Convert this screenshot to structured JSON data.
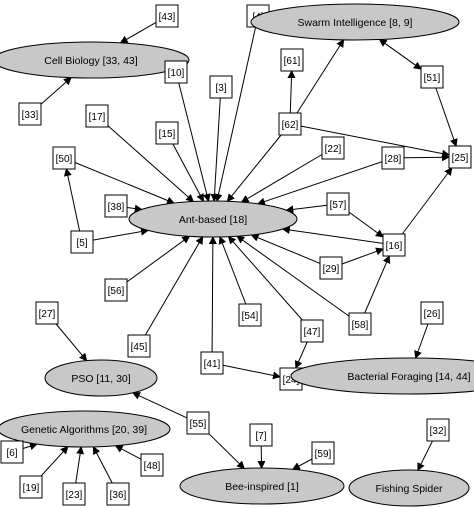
{
  "nodes": {
    "n43": {
      "label": "[43]"
    },
    "n4": {
      "label": "[4]"
    },
    "swarm": {
      "label": "Swarm Intelligence [8, 9]"
    },
    "cellbio": {
      "label": "Cell Biology [33, 43]"
    },
    "n10": {
      "label": "[10]"
    },
    "n61": {
      "label": "[61]"
    },
    "n3": {
      "label": "[3]"
    },
    "n51": {
      "label": "[51]"
    },
    "n33": {
      "label": "[33]"
    },
    "n17": {
      "label": "[17]"
    },
    "n15": {
      "label": "[15]"
    },
    "n62": {
      "label": "[62]"
    },
    "n22": {
      "label": "[22]"
    },
    "n50": {
      "label": "[50]"
    },
    "n28": {
      "label": "[28]"
    },
    "n25": {
      "label": "[25]"
    },
    "n38": {
      "label": "[38]"
    },
    "ant": {
      "label": "Ant-based [18]"
    },
    "n57": {
      "label": "[57]"
    },
    "n5": {
      "label": "[5]"
    },
    "n16": {
      "label": "[16]"
    },
    "n29": {
      "label": "[29]"
    },
    "n56": {
      "label": "[56]"
    },
    "n27": {
      "label": "[27]"
    },
    "n54": {
      "label": "[54]"
    },
    "n26": {
      "label": "[26]"
    },
    "n58": {
      "label": "[58]"
    },
    "n47": {
      "label": "[47]"
    },
    "n45": {
      "label": "[45]"
    },
    "n41": {
      "label": "[41]"
    },
    "pso": {
      "label": "PSO [11, 30]"
    },
    "n24": {
      "label": "[24]"
    },
    "bacterial": {
      "label": "Bacterial Foraging [14, 44]"
    },
    "n55": {
      "label": "[55]"
    },
    "n32": {
      "label": "[32]"
    },
    "genetic": {
      "label": "Genetic Algorithms [20, 39]"
    },
    "n7": {
      "label": "[7]"
    },
    "n6": {
      "label": "[6]"
    },
    "n59": {
      "label": "[59]"
    },
    "n48": {
      "label": "[48]"
    },
    "n19": {
      "label": "[19]"
    },
    "bee": {
      "label": "Bee-inspired [1]"
    },
    "n23": {
      "label": "[23]"
    },
    "n36": {
      "label": "[36]"
    },
    "fishing": {
      "label": "Fishing Spider"
    }
  },
  "edges": [
    [
      "n43",
      "cellbio"
    ],
    [
      "n33",
      "cellbio"
    ],
    [
      "n4",
      "swarm"
    ],
    [
      "n4",
      "ant"
    ],
    [
      "n10",
      "ant"
    ],
    [
      "n3",
      "ant"
    ],
    [
      "n17",
      "ant"
    ],
    [
      "n15",
      "ant"
    ],
    [
      "n62",
      "ant"
    ],
    [
      "n62",
      "n61"
    ],
    [
      "n62",
      "swarm"
    ],
    [
      "n62",
      "n25"
    ],
    [
      "swarm",
      "n51"
    ],
    [
      "n51",
      "swarm"
    ],
    [
      "n51",
      "n25"
    ],
    [
      "n22",
      "ant"
    ],
    [
      "n28",
      "ant"
    ],
    [
      "n28",
      "n25"
    ],
    [
      "n50",
      "ant"
    ],
    [
      "n5",
      "n50"
    ],
    [
      "n5",
      "ant"
    ],
    [
      "n38",
      "ant"
    ],
    [
      "n57",
      "ant"
    ],
    [
      "n57",
      "n16"
    ],
    [
      "n16",
      "ant"
    ],
    [
      "n16",
      "n25"
    ],
    [
      "n29",
      "ant"
    ],
    [
      "n29",
      "n16"
    ],
    [
      "n56",
      "ant"
    ],
    [
      "n54",
      "ant"
    ],
    [
      "n45",
      "ant"
    ],
    [
      "n47",
      "ant"
    ],
    [
      "n47",
      "n24"
    ],
    [
      "n58",
      "ant"
    ],
    [
      "n58",
      "n16"
    ],
    [
      "n41",
      "ant"
    ],
    [
      "n41",
      "n24"
    ],
    [
      "n27",
      "pso"
    ],
    [
      "n55",
      "pso"
    ],
    [
      "n55",
      "bee"
    ],
    [
      "n26",
      "bacterial"
    ],
    [
      "n7",
      "bee"
    ],
    [
      "n59",
      "bee"
    ],
    [
      "n32",
      "fishing"
    ],
    [
      "n6",
      "genetic"
    ],
    [
      "n19",
      "genetic"
    ],
    [
      "n23",
      "genetic"
    ],
    [
      "n36",
      "genetic"
    ],
    [
      "n48",
      "genetic"
    ]
  ]
}
